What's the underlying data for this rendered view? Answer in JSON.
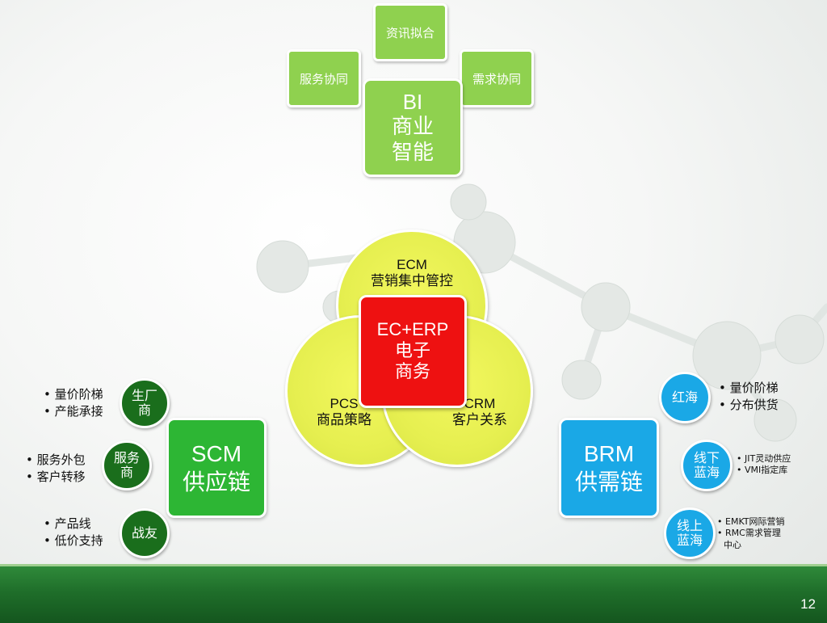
{
  "bi": {
    "top": "资讯拟合",
    "left": "服务协同",
    "right": "需求协同",
    "center_line1": "BI",
    "center_line2": "商业",
    "center_line3": "智能"
  },
  "center": {
    "ecm_line1": "ECM",
    "ecm_line2": "营销集中管控",
    "pcs_line1": "PCS",
    "pcs_line2": "商品策略",
    "crm_line1": "CRM",
    "crm_line2": "客户关系",
    "core_line1": "EC+ERP",
    "core_line2": "电子",
    "core_line3": "商务"
  },
  "scm": {
    "line1": "SCM",
    "line2": "供应链",
    "nodes": [
      {
        "label_line1": "生厂",
        "label_line2": "商",
        "bullets": [
          "量价阶梯",
          "产能承接"
        ]
      },
      {
        "label_line1": "服务",
        "label_line2": "商",
        "bullets": [
          "服务外包",
          "客户转移"
        ]
      },
      {
        "label_line1": "战友",
        "label_line2": "",
        "bullets": [
          "产品线",
          "低价支持"
        ]
      }
    ]
  },
  "brm": {
    "line1": "BRM",
    "line2": "供需链",
    "nodes": [
      {
        "label_line1": "红海",
        "label_line2": "",
        "bullets": [
          "量价阶梯",
          "分布供货"
        ]
      },
      {
        "label_line1": "线下",
        "label_line2": "蓝海",
        "bullets": [
          "JIT灵动供应",
          "VMI指定库"
        ]
      },
      {
        "label_line1": "线上",
        "label_line2": "蓝海",
        "bullets": [
          "EMKT网际营销",
          "RMC需求管理"
        ],
        "bullet_cont": "中心"
      }
    ]
  },
  "footer": {
    "page_number": "12"
  },
  "colors": {
    "bi_green": "#8fd14f",
    "scm_green": "#2db634",
    "node_dark_green": "#1a6e1c",
    "brm_blue": "#1aa8e6",
    "venn_yellow": "#e6ef50",
    "core_red": "#ee1111",
    "footer_green": "#1f6e2a"
  }
}
